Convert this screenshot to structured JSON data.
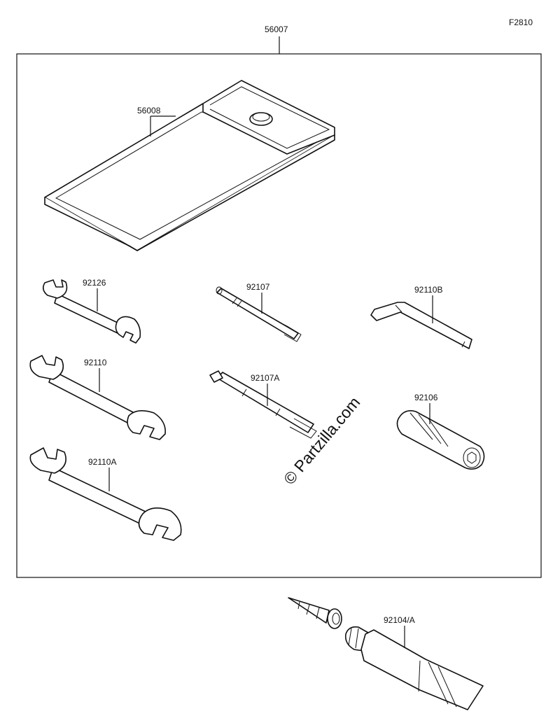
{
  "figure_id": "F2810",
  "watermark": "© Partzilla.com",
  "parts": {
    "kit": "56007",
    "tool_case": "56008",
    "wrench_small": "92126",
    "driver_bit": "92107",
    "hex_key": "92110B",
    "wrench_mid": "92110",
    "driver_bit_double": "92107A",
    "driver_handle": "92106",
    "wrench_large": "92110A",
    "repair_kit": "92104/A"
  },
  "icons": [
    "tool-case-icon",
    "open-end-wrench-icon",
    "screwdriver-bit-icon",
    "hex-key-icon",
    "grip-handle-icon",
    "tube-icon",
    "nozzle-icon"
  ]
}
